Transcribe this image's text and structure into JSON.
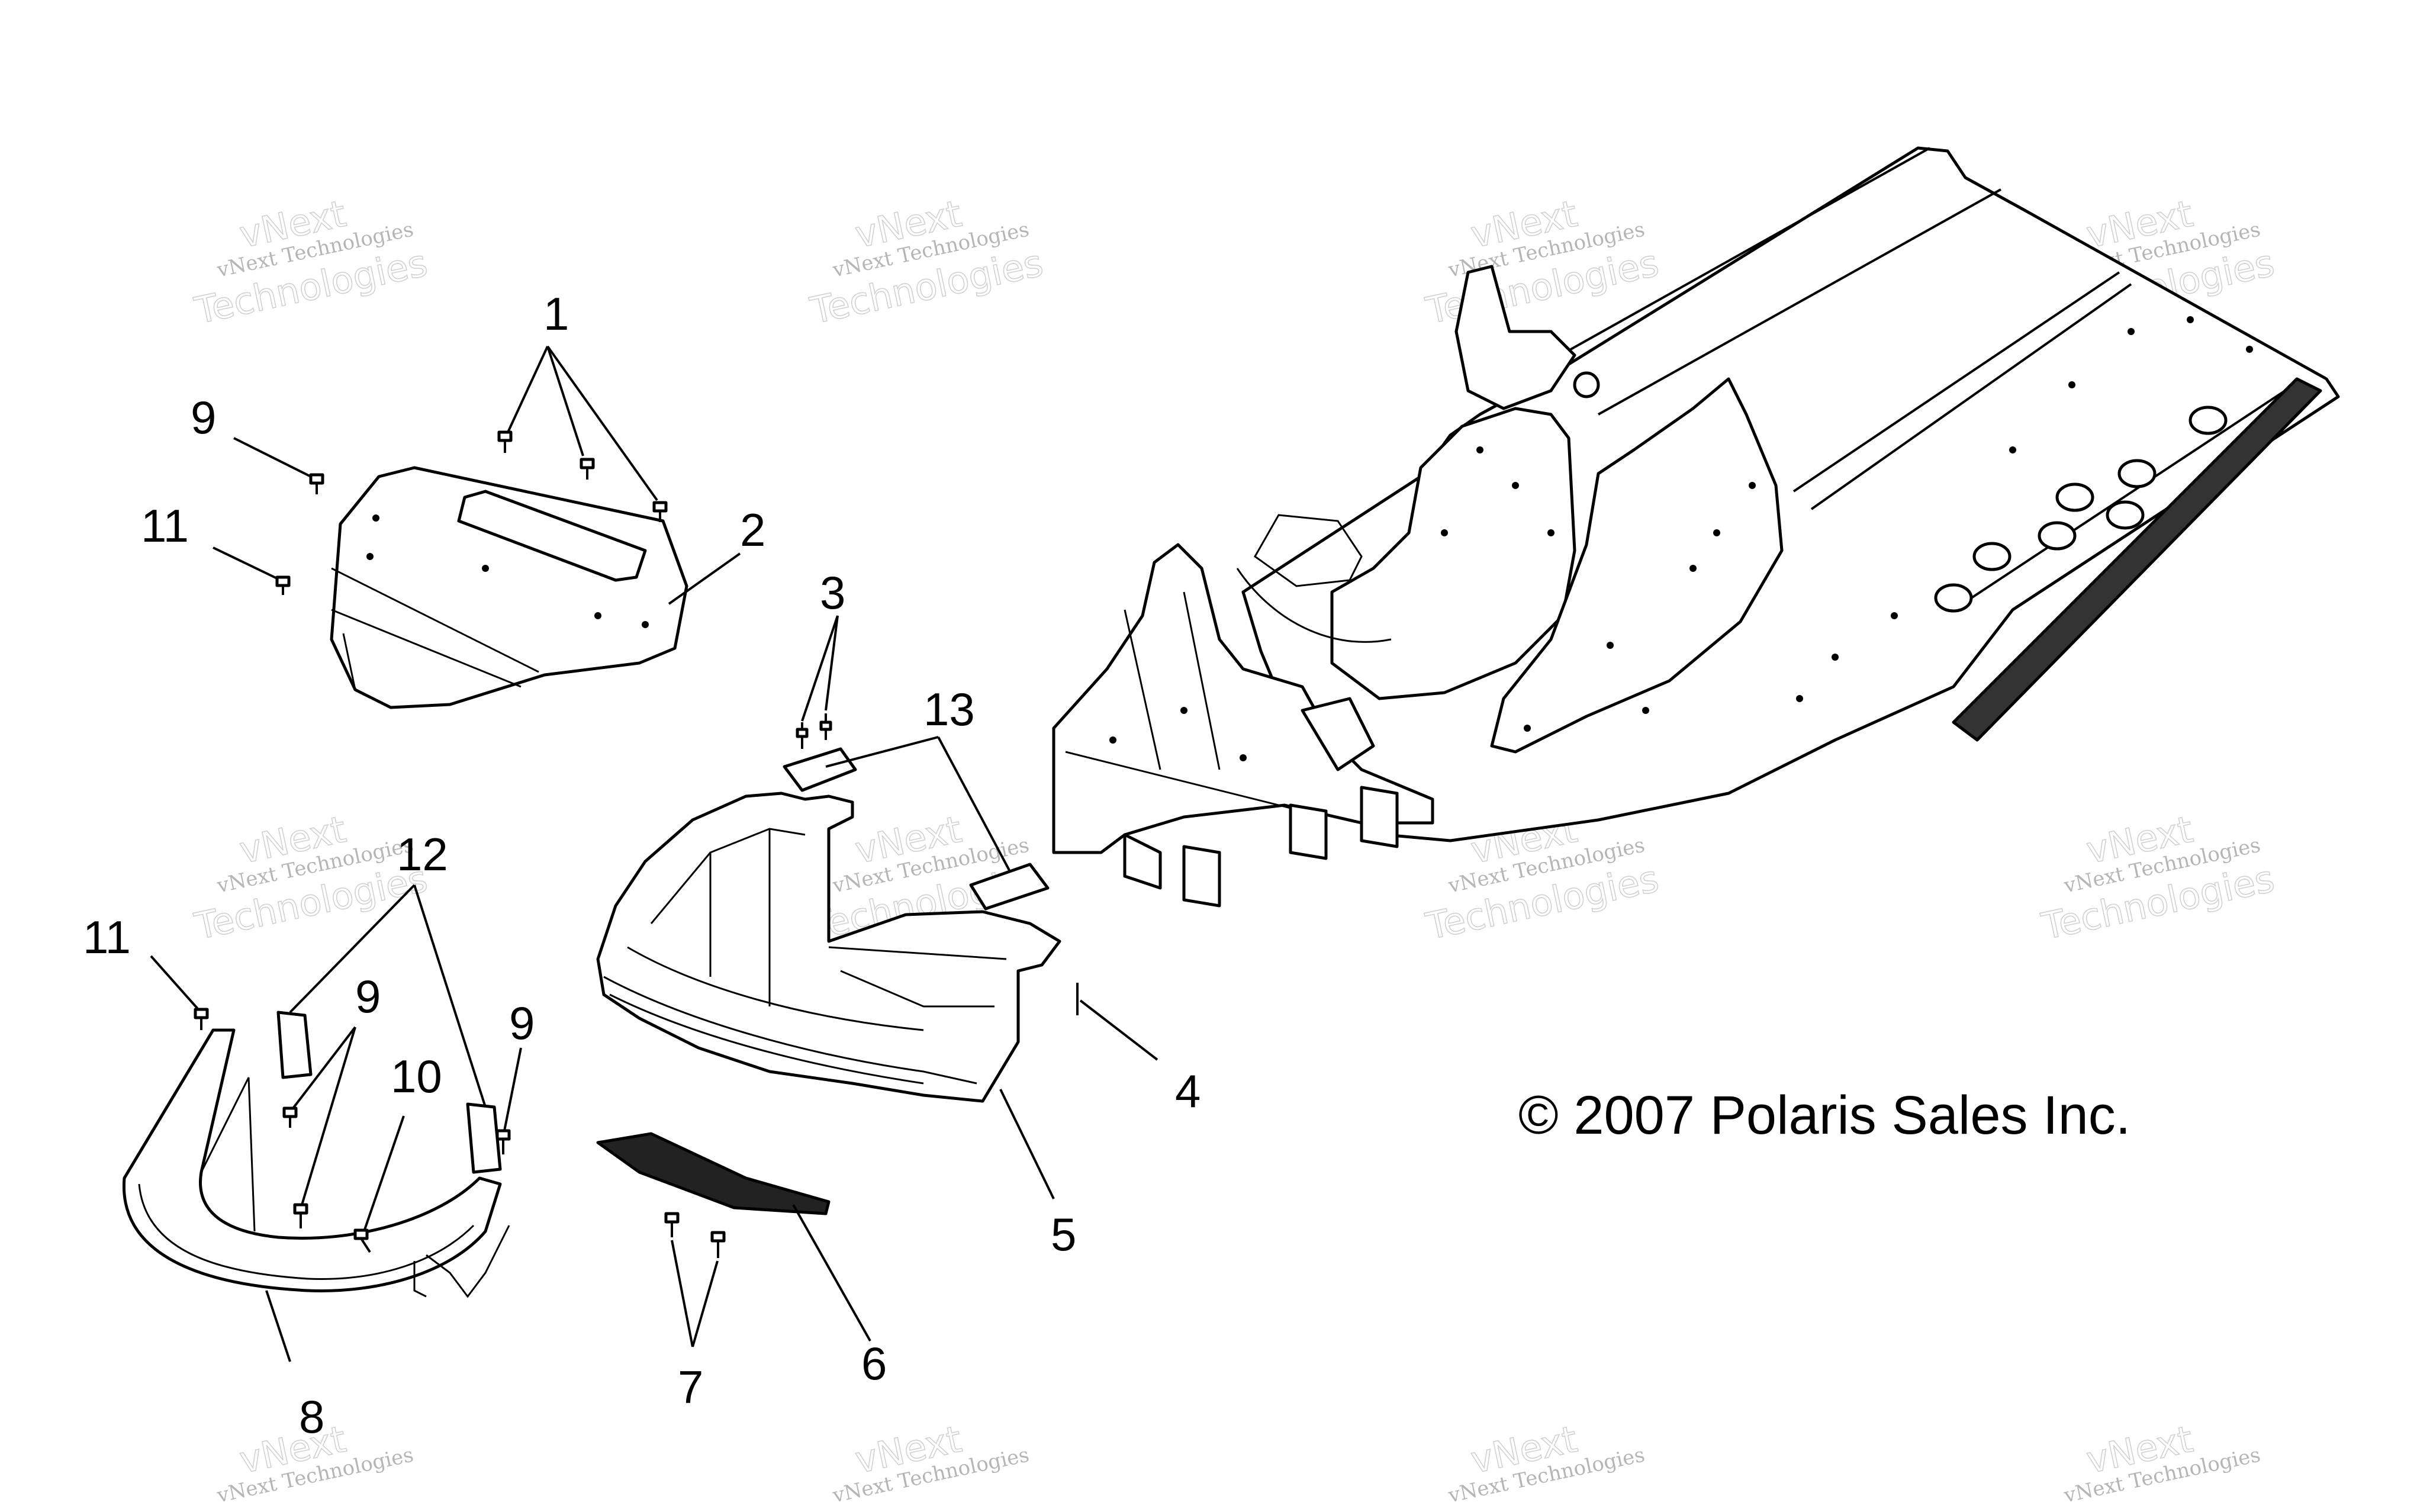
{
  "copyright": "© 2007 Polaris Sales Inc.",
  "watermark": {
    "line1": "vNext Technologies",
    "line2": "Technologies",
    "line3": "vNext"
  },
  "callouts": {
    "c1": "1",
    "c2": "2",
    "c3": "3",
    "c4": "4",
    "c5": "5",
    "c6": "6",
    "c7": "7",
    "c8": "8",
    "c9a": "9",
    "c9b": "9",
    "c9c": "9",
    "c10": "10",
    "c11a": "11",
    "c11b": "11",
    "c12": "12",
    "c13": "13"
  }
}
